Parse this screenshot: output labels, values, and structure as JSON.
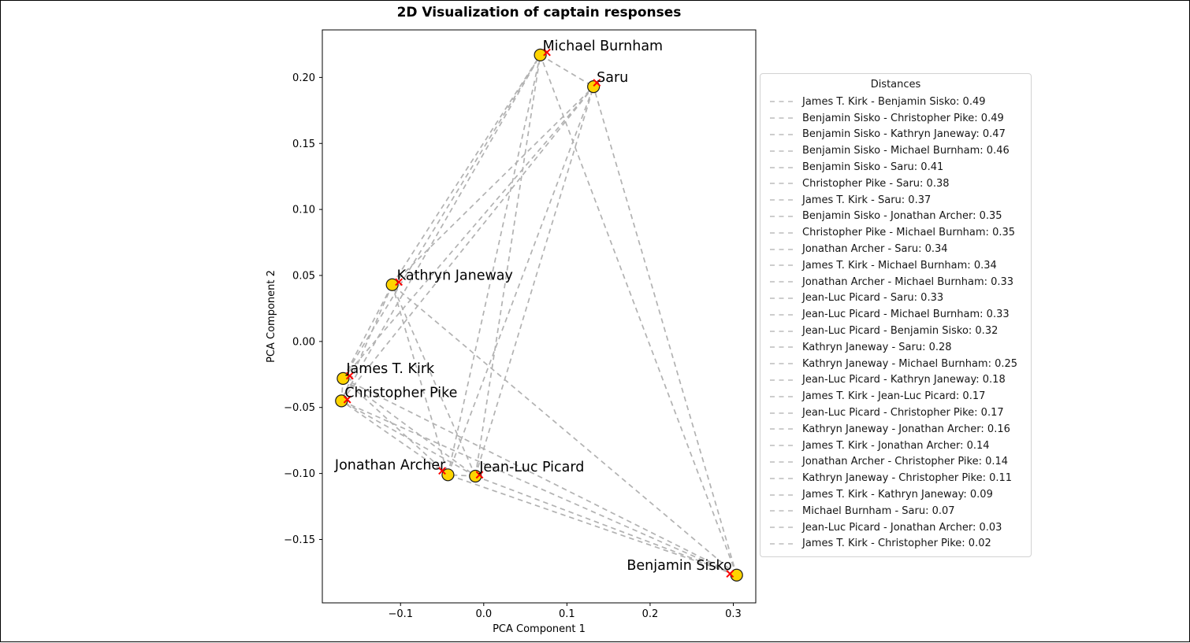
{
  "figure": {
    "title": "2D Visualization of captain responses"
  },
  "chart_data": {
    "type": "scatter",
    "title": "2D Visualization of captain responses",
    "xlabel": "PCA Component 1",
    "ylabel": "PCA Component 2",
    "xlim": [
      -0.194,
      0.327
    ],
    "ylim": [
      -0.198,
      0.236
    ],
    "grid": false,
    "xticks": [
      {
        "v": -0.1,
        "label": "−0.1"
      },
      {
        "v": 0.0,
        "label": "0.0"
      },
      {
        "v": 0.1,
        "label": "0.1"
      },
      {
        "v": 0.2,
        "label": "0.2"
      },
      {
        "v": 0.3,
        "label": "0.3"
      }
    ],
    "yticks": [
      {
        "v": -0.15,
        "label": "−0.15"
      },
      {
        "v": -0.1,
        "label": "−0.10"
      },
      {
        "v": -0.05,
        "label": "−0.05"
      },
      {
        "v": 0.0,
        "label": "0.00"
      },
      {
        "v": 0.05,
        "label": "0.05"
      },
      {
        "v": 0.1,
        "label": "0.10"
      },
      {
        "v": 0.15,
        "label": "0.15"
      },
      {
        "v": 0.2,
        "label": "0.20"
      }
    ],
    "points": [
      {
        "name": "Michael Burnham",
        "x": 0.068,
        "y": 0.217,
        "label_anchor": "start",
        "label_dx": 3,
        "label_dy": -6
      },
      {
        "name": "Saru",
        "x": 0.132,
        "y": 0.193,
        "label_anchor": "start",
        "label_dx": 4,
        "label_dy": -6
      },
      {
        "name": "Kathryn Janeway",
        "x": -0.11,
        "y": 0.043,
        "label_anchor": "start",
        "label_dx": 6,
        "label_dy": -6
      },
      {
        "name": "James T. Kirk",
        "x": -0.169,
        "y": -0.028,
        "label_anchor": "start",
        "label_dx": 4,
        "label_dy": -7
      },
      {
        "name": "Christopher Pike",
        "x": -0.171,
        "y": -0.045,
        "label_anchor": "start",
        "label_dx": 4,
        "label_dy": -5
      },
      {
        "name": "Jonathan Archer",
        "x": -0.043,
        "y": -0.101,
        "label_anchor": "end",
        "label_dx": -3,
        "label_dy": -7
      },
      {
        "name": "Jean-Luc Picard",
        "x": -0.01,
        "y": -0.102,
        "label_anchor": "start",
        "label_dx": 5,
        "label_dy": -6
      },
      {
        "name": "Benjamin Sisko",
        "x": 0.304,
        "y": -0.177,
        "label_anchor": "end",
        "label_dx": -6,
        "label_dy": -7
      }
    ],
    "secondary_markers": [
      {
        "x": 0.076,
        "y": 0.219
      },
      {
        "x": 0.136,
        "y": 0.196
      },
      {
        "x": -0.102,
        "y": 0.045
      },
      {
        "x": -0.161,
        "y": -0.026
      },
      {
        "x": -0.164,
        "y": -0.044
      },
      {
        "x": -0.05,
        "y": -0.098
      },
      {
        "x": -0.005,
        "y": -0.101
      },
      {
        "x": 0.296,
        "y": -0.176
      }
    ],
    "edges": [
      {
        "a": "James T. Kirk",
        "b": "Benjamin Sisko",
        "d": "0.49"
      },
      {
        "a": "Benjamin Sisko",
        "b": "Christopher Pike",
        "d": "0.49"
      },
      {
        "a": "Benjamin Sisko",
        "b": "Kathryn Janeway",
        "d": "0.47"
      },
      {
        "a": "Benjamin Sisko",
        "b": "Michael Burnham",
        "d": "0.46"
      },
      {
        "a": "Benjamin Sisko",
        "b": "Saru",
        "d": "0.41"
      },
      {
        "a": "Christopher Pike",
        "b": "Saru",
        "d": "0.38"
      },
      {
        "a": "James T. Kirk",
        "b": "Saru",
        "d": "0.37"
      },
      {
        "a": "Benjamin Sisko",
        "b": "Jonathan Archer",
        "d": "0.35"
      },
      {
        "a": "Christopher Pike",
        "b": "Michael Burnham",
        "d": "0.35"
      },
      {
        "a": "Jonathan Archer",
        "b": "Saru",
        "d": "0.34"
      },
      {
        "a": "James T. Kirk",
        "b": "Michael Burnham",
        "d": "0.34"
      },
      {
        "a": "Jonathan Archer",
        "b": "Michael Burnham",
        "d": "0.33"
      },
      {
        "a": "Jean-Luc Picard",
        "b": "Saru",
        "d": "0.33"
      },
      {
        "a": "Jean-Luc Picard",
        "b": "Michael Burnham",
        "d": "0.33"
      },
      {
        "a": "Jean-Luc Picard",
        "b": "Benjamin Sisko",
        "d": "0.32"
      },
      {
        "a": "Kathryn Janeway",
        "b": "Saru",
        "d": "0.28"
      },
      {
        "a": "Kathryn Janeway",
        "b": "Michael Burnham",
        "d": "0.25"
      },
      {
        "a": "Jean-Luc Picard",
        "b": "Kathryn Janeway",
        "d": "0.18"
      },
      {
        "a": "James T. Kirk",
        "b": "Jean-Luc Picard",
        "d": "0.17"
      },
      {
        "a": "Jean-Luc Picard",
        "b": "Christopher Pike",
        "d": "0.17"
      },
      {
        "a": "Kathryn Janeway",
        "b": "Jonathan Archer",
        "d": "0.16"
      },
      {
        "a": "James T. Kirk",
        "b": "Jonathan Archer",
        "d": "0.14"
      },
      {
        "a": "Jonathan Archer",
        "b": "Christopher Pike",
        "d": "0.14"
      },
      {
        "a": "Kathryn Janeway",
        "b": "Christopher Pike",
        "d": "0.11"
      },
      {
        "a": "James T. Kirk",
        "b": "Kathryn Janeway",
        "d": "0.09"
      },
      {
        "a": "Michael Burnham",
        "b": "Saru",
        "d": "0.07"
      },
      {
        "a": "Jean-Luc Picard",
        "b": "Jonathan Archer",
        "d": "0.03"
      },
      {
        "a": "James T. Kirk",
        "b": "Christopher Pike",
        "d": "0.02"
      }
    ],
    "legend": {
      "title": "Distances",
      "position": "right",
      "entry_format": "{a} - {b}: {d}"
    }
  },
  "colors": {
    "point_fill": "#ffd400",
    "point_edge": "#1a1a1a",
    "x_marker": "#ff0000",
    "edge_line": "#b2b2b2",
    "legend_dash": "#cdcdcd",
    "axis": "#000000",
    "text": "#000000"
  }
}
